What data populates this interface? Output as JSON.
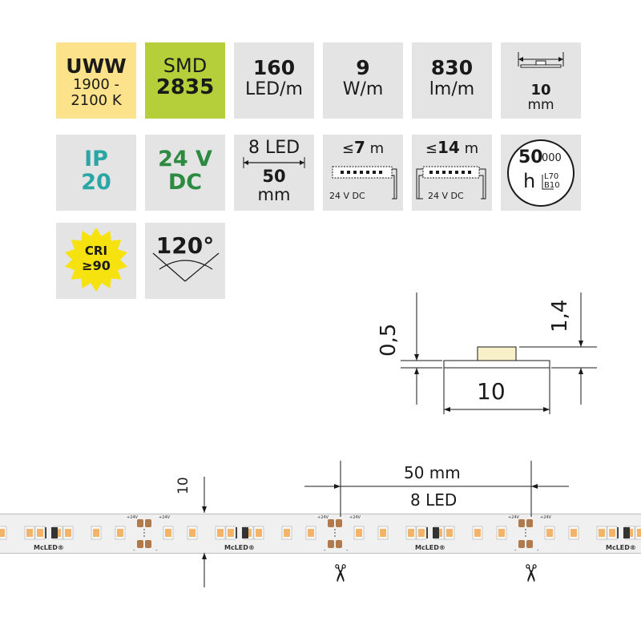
{
  "tiles": {
    "color_type": {
      "title": "UWW",
      "range_top": "1900 -",
      "range_bottom": "2100 K",
      "bg": "#fce28a"
    },
    "chip": {
      "top": "SMD",
      "bottom": "2835",
      "bg": "#b4cf3a"
    },
    "density": {
      "value": "160",
      "unit": "LED/m"
    },
    "power": {
      "value": "9",
      "unit": "W/m"
    },
    "flux": {
      "value": "830",
      "unit": "lm/m"
    },
    "width": {
      "value": "10",
      "unit": "mm"
    },
    "ip": {
      "top": "IP",
      "bottom": "20",
      "color": "#2aa7a5"
    },
    "voltage": {
      "top": "24 V",
      "bottom": "DC",
      "color": "#2d8b41"
    },
    "segment": {
      "top": "8 LED",
      "bottom_value": "50",
      "bottom_unit": "mm"
    },
    "feed_single": {
      "prefix": "≤",
      "value": "7",
      "unit": "m",
      "label": "24 V DC"
    },
    "feed_double": {
      "prefix": "≤",
      "value": "14",
      "unit": "m",
      "label": "24 V DC"
    },
    "lifetime": {
      "value": "50",
      "suffix": "000",
      "unit": "h",
      "l": "L70",
      "b": "B10"
    },
    "cri": {
      "top": "CRI",
      "bottom": "≥90",
      "color": "#f5e20f"
    },
    "angle": {
      "value": "120°"
    }
  },
  "profile": {
    "height_label": "0,5",
    "total_label": "1,4",
    "width_label": "10"
  },
  "strip": {
    "width_label": "10",
    "segment_length": "50 mm",
    "segment_leds": "8 LED",
    "brand": "McLED®",
    "pad_plus": "+24V",
    "pad_minus": "-"
  },
  "colors": {
    "tile_bg": "#e4e4e4",
    "strip_bg": "#f0f0f0",
    "led": "#f3b46a",
    "pad": "#b07a4c"
  }
}
